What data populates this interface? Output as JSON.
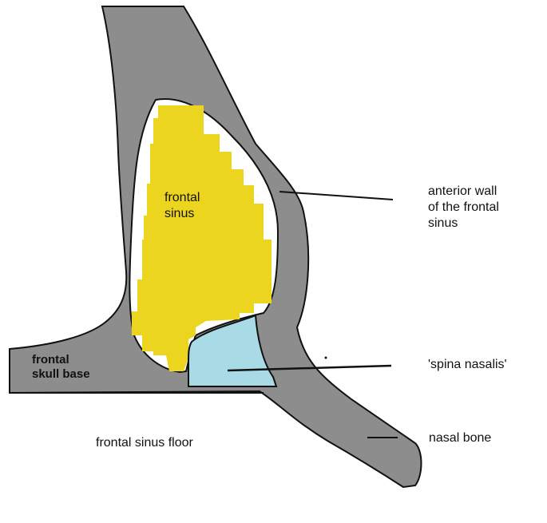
{
  "labels": {
    "frontal_sinus": "frontal\nsinus",
    "anterior_wall": "anterior wall\nof the frontal\nsinus",
    "spina_nasalis": "'spina nasalis'",
    "skull_base": "frontal\nskull base",
    "sinus_floor": "frontal sinus floor",
    "nasal_bone": "nasal bone"
  },
  "colors": {
    "bone": "#8d8d8d",
    "bone_outline": "#111111",
    "sinus": "#ecd51e",
    "spina": "#a9dbe6",
    "background": "#ffffff"
  }
}
